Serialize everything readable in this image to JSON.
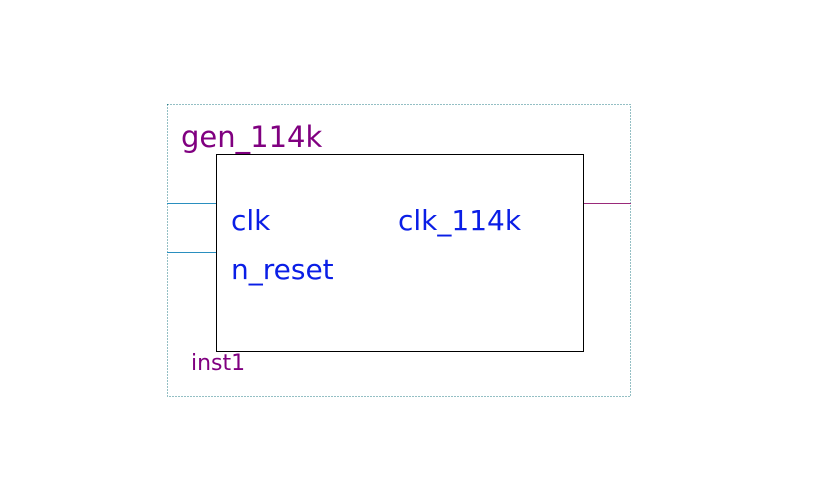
{
  "symbol": {
    "module_name": "gen_114k",
    "instance_name": "inst1",
    "inputs": [
      {
        "name": "clk"
      },
      {
        "name": "n_reset"
      }
    ],
    "outputs": [
      {
        "name": "clk_114k"
      }
    ]
  },
  "colors": {
    "label": "#800080",
    "port": "#0a1ee6",
    "input_wire": "#2a8fbf",
    "output_wire": "#9a2a7a",
    "frame_dots": "#2a7f8a",
    "body_border": "#000000"
  }
}
